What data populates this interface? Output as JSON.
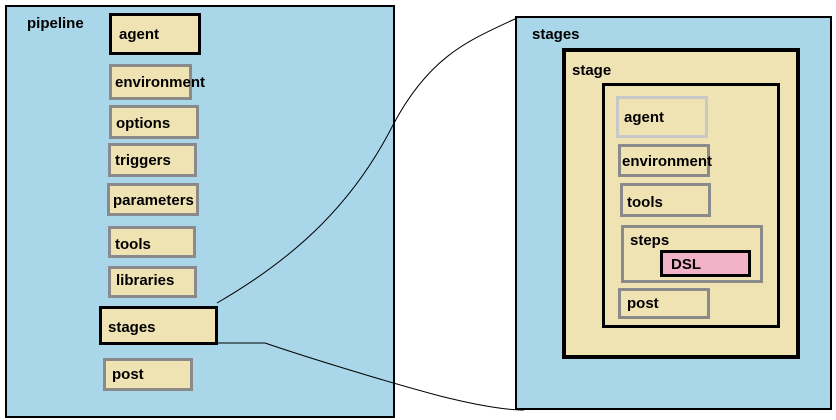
{
  "pipeline": {
    "title": "pipeline",
    "items": {
      "agent": "agent",
      "environment": "environment",
      "options": "options",
      "triggers": "triggers",
      "parameters": "parameters",
      "tools": "tools",
      "libraries": "libraries",
      "stages": "stages",
      "post": "post"
    }
  },
  "stages_detail": {
    "title": "stages",
    "stage": {
      "title": "stage",
      "agent": "agent",
      "environment": "environment",
      "tools": "tools",
      "steps": {
        "title": "steps",
        "dsl": "DSL"
      },
      "post": "post"
    }
  },
  "colors": {
    "panel": "#a9d6e8",
    "box": "#efe3b3",
    "dsl": "#f2b3c8",
    "border_gray": "#8a8a8a",
    "border_dark": "#000000"
  }
}
